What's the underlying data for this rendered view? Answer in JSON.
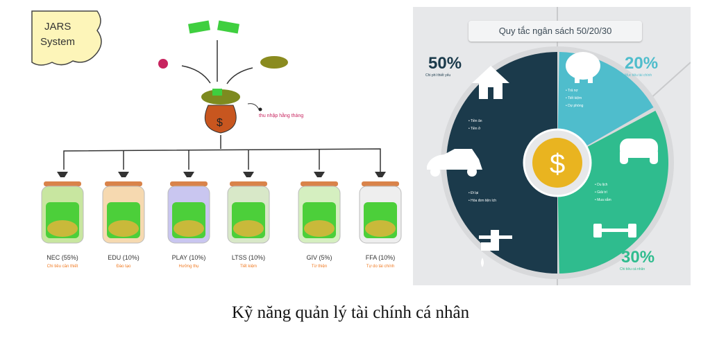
{
  "jars_panel": {
    "badge": [
      "JARS",
      "System"
    ],
    "income_label": "thu nhập hằng tháng",
    "jars": [
      {
        "name": "NEC (55%)",
        "desc": "Chi tiêu cần thiết"
      },
      {
        "name": "EDU (10%)",
        "desc": "Đào tạo"
      },
      {
        "name": "PLAY (10%)",
        "desc": "Hưởng thụ"
      },
      {
        "name": "LTSS (10%)",
        "desc": "Tiết kiệm"
      },
      {
        "name": "GIV (5%)",
        "desc": "Từ thiện"
      },
      {
        "name": "FFA (10%)",
        "desc": "Tự do tài chính"
      }
    ]
  },
  "budget_panel": {
    "title": "Quy tắc ngân sách 50/20/30",
    "segments": [
      {
        "percent": "50%",
        "label": "Chi phí thiết yếu",
        "color": "#1b3a4b",
        "items": [
          "Tiền ăn",
          "Tiền ở",
          "Đi lại",
          "Hóa đơn tiện ích"
        ]
      },
      {
        "percent": "20%",
        "label": "Mục tiêu tài chính",
        "color": "#4fbdcc",
        "items": [
          "Trả nợ",
          "Tiết kiệm",
          "Dự phòng"
        ]
      },
      {
        "percent": "30%",
        "label": "Chi tiêu cá nhân",
        "color": "#2fbc8e",
        "items": [
          "Du lịch",
          "Giải trí",
          "Mua sắm"
        ]
      }
    ],
    "center_icon": "dollar-coin-icon",
    "coin_color": "#e9b420"
  },
  "caption": "Kỹ năng quản lý tài chính cá nhân"
}
